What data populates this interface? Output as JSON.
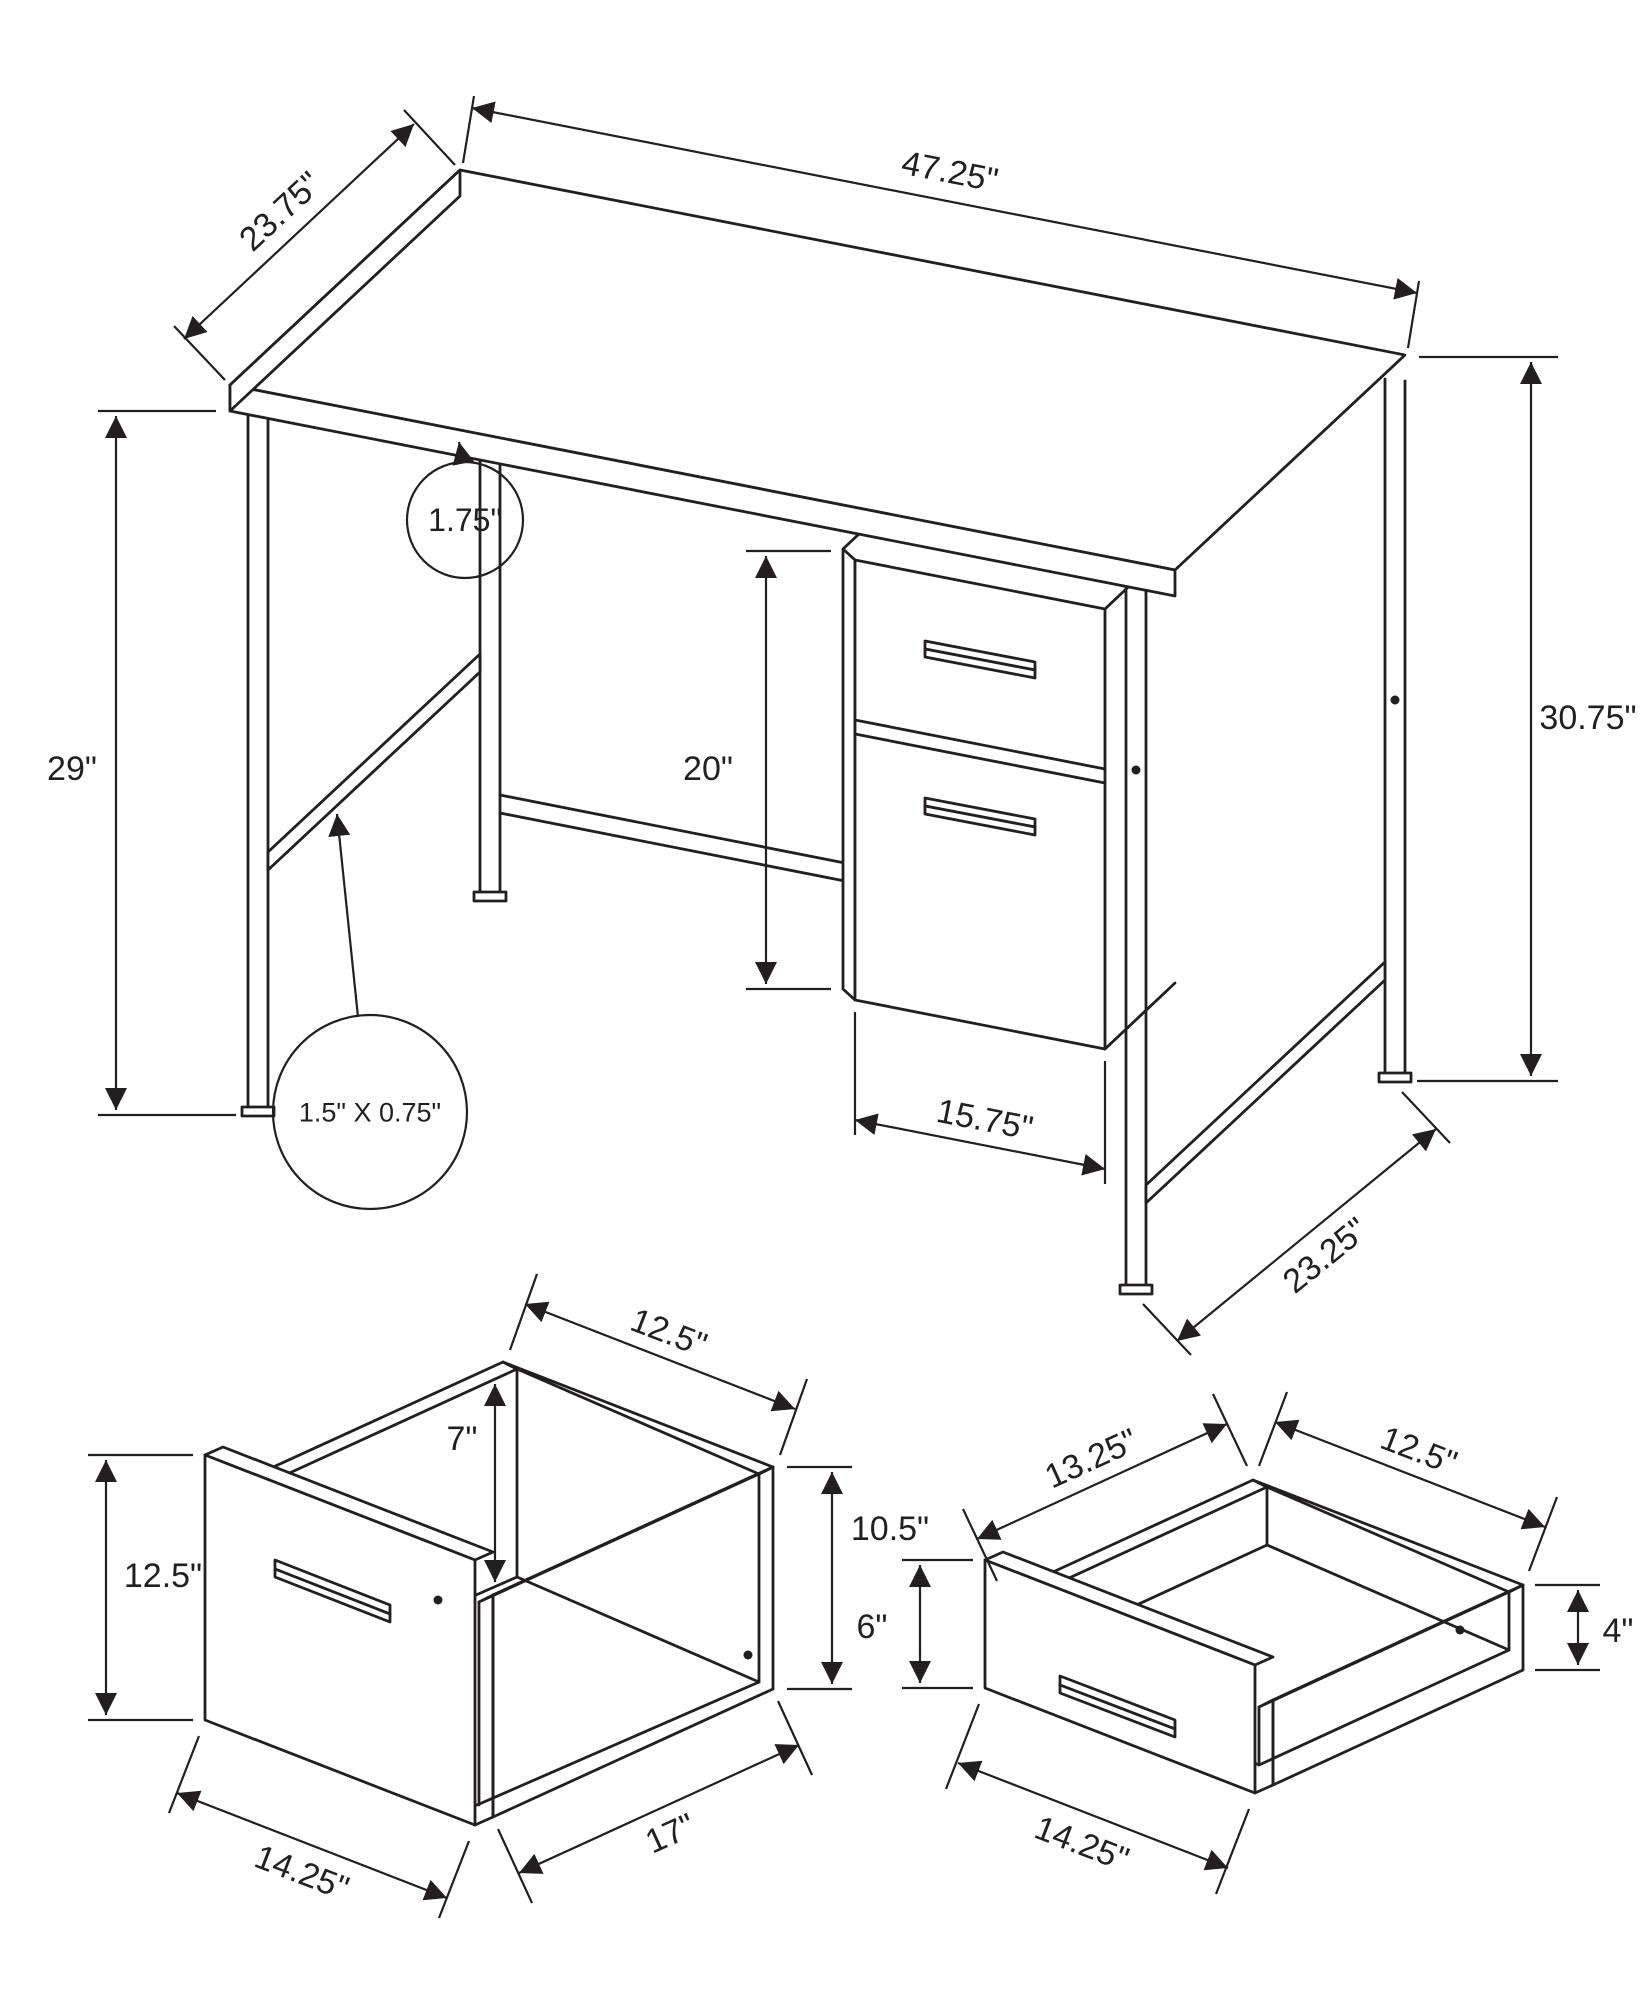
{
  "page": {
    "background": "#ffffff",
    "line_color": "#231f20"
  },
  "desk_view": {
    "dims": {
      "top_length": "47.25\"",
      "top_depth": "23.75\"",
      "top_thickness": "1.75\"",
      "leg_height": "29\"",
      "pedestal_height": "20\"",
      "overall_height": "30.75\"",
      "pedestal_width": "15.75\"",
      "base_depth": "23.25\"",
      "leg_profile": "1.5\" X 0.75\""
    }
  },
  "file_drawer_view": {
    "dims": {
      "top_width": "12.5\"",
      "inner_height": "7\"",
      "side_height": "10.5\"",
      "front_height": "12.5\"",
      "front_width": "14.25\"",
      "side_depth": "17\""
    }
  },
  "small_drawer_view": {
    "dims": {
      "side_depth": "13.25\"",
      "top_width": "12.5\"",
      "front_height": "6\"",
      "side_height": "4\"",
      "front_width": "14.25\""
    }
  }
}
